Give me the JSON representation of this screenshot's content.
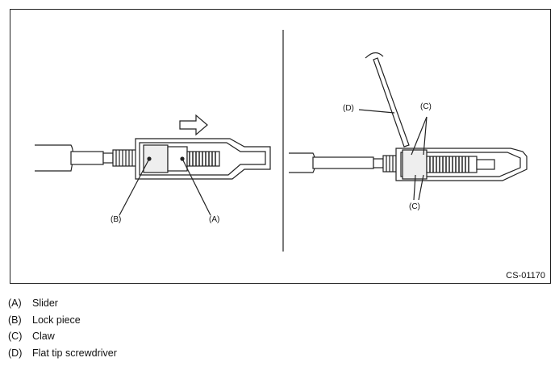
{
  "figure": {
    "code": "CS-01170",
    "callouts": {
      "left_a": "(A)",
      "left_b": "(B)",
      "right_c_top": "(C)",
      "right_c_bottom": "(C)",
      "right_d": "(D)"
    }
  },
  "legend": [
    {
      "key": "(A)",
      "text": "Slider"
    },
    {
      "key": "(B)",
      "text": "Lock piece"
    },
    {
      "key": "(C)",
      "text": "Claw"
    },
    {
      "key": "(D)",
      "text": "Flat tip screwdriver"
    }
  ]
}
